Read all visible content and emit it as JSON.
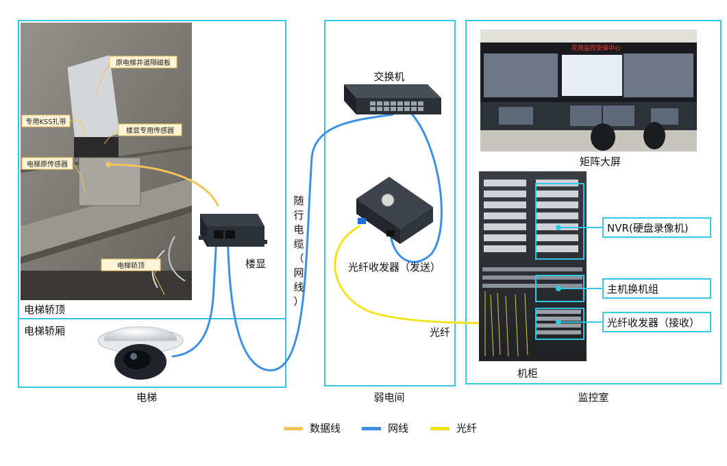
{
  "sections": {
    "elevator": "电梯",
    "weak_room": "弱电间",
    "monitor_room": "监控室"
  },
  "zones": {
    "car_top": "电梯轿顶",
    "car": "电梯轿厢"
  },
  "photo_labels": {
    "isolation_board": "原电梯井道隔磁板",
    "kss_tie": "专用KSS扎带",
    "floor_sensor": "楼显专用传感器",
    "original_sensor": "电梯原传感器",
    "car_top_photo": "电梯轿顶"
  },
  "devices": {
    "floor_display": "楼显",
    "switch": "交换机",
    "fiber_tx": "光纤收发器（发送）",
    "matrix_screen": "矩阵大屏",
    "cabinet": "机柜",
    "screen_banner": "花苑监控安保中心"
  },
  "cables": {
    "traveling_cable": "随行电缆（网线）",
    "fiber": "光纤"
  },
  "cabinet_callouts": {
    "nvr": "NVR(硬盘录像机)",
    "host_switch": "主机换机组",
    "fiber_rx": "光纤收发器（接收）"
  },
  "legend": [
    {
      "label": "数据线",
      "color": "#f4c45a"
    },
    {
      "label": "网线",
      "color": "#3b8fe6"
    },
    {
      "label": "光纤",
      "color": "#f2e21d"
    }
  ],
  "colors": {
    "frame": "#34c6e6",
    "data_line": "#f4c45a",
    "network_line": "#3b8fe6",
    "fiber_line": "#f2e21d"
  }
}
